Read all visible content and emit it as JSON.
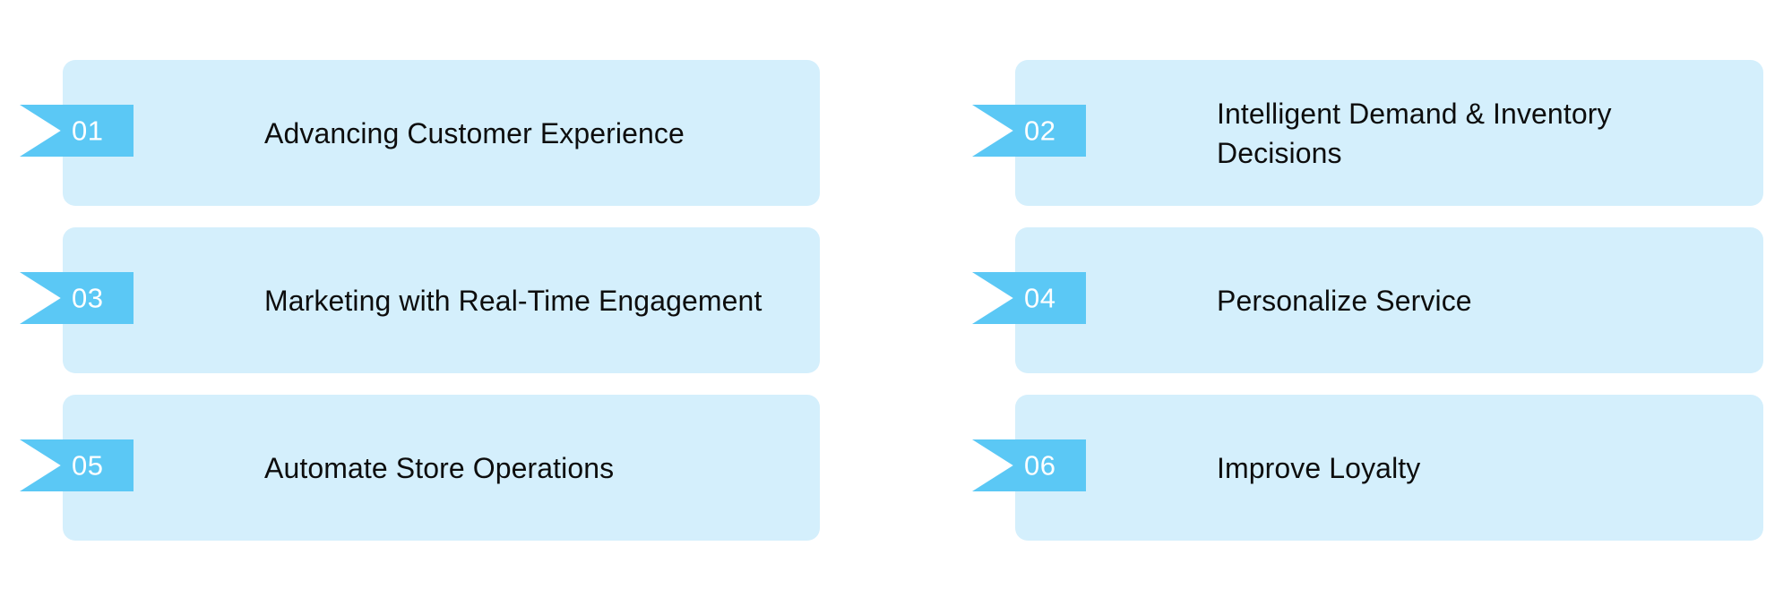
{
  "theme": {
    "page_background": "#ffffff",
    "card_background": "#d4effc",
    "ribbon_background": "#5bc8f5",
    "ribbon_number_color": "#ffffff",
    "title_color": "#0d0d0d"
  },
  "layout": {
    "columns": 2,
    "rows": 3,
    "order": "row-major"
  },
  "items": [
    {
      "number": "01",
      "title": "Advancing Customer Experience"
    },
    {
      "number": "02",
      "title": "Intelligent Demand & Inventory Decisions"
    },
    {
      "number": "03",
      "title": "Marketing with Real-Time Engagement"
    },
    {
      "number": "04",
      "title": "Personalize Service"
    },
    {
      "number": "05",
      "title": "Automate Store Operations"
    },
    {
      "number": "06",
      "title": "Improve Loyalty"
    }
  ]
}
